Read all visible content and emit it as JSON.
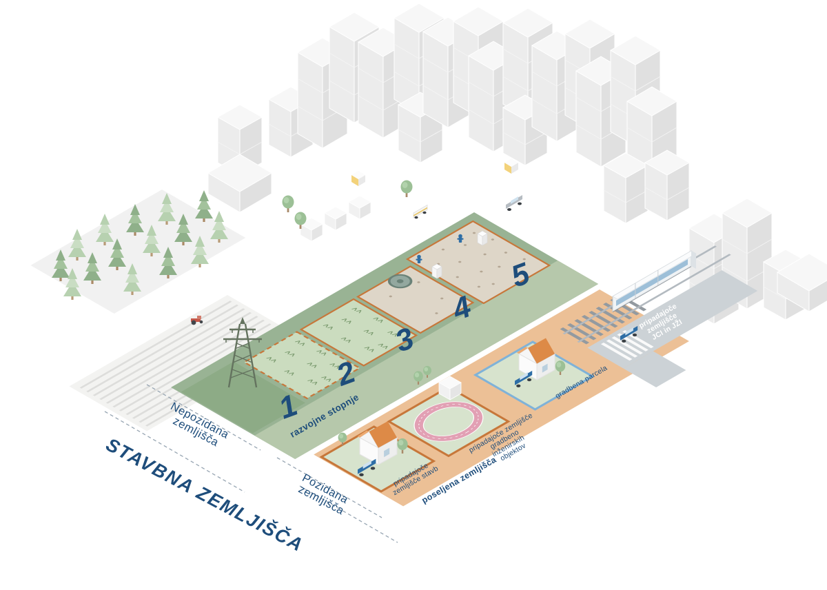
{
  "colors": {
    "navy": "#1e4d7b",
    "orange_border": "#c7773a",
    "orange_area": "#ecc096",
    "green_area": "#9ab394",
    "parcel_green": "#cddcc1",
    "blue_border": "#7fb2d8",
    "track_pink": "#e2a0b4",
    "rail_gray": "#ccd2d6"
  },
  "labels": {
    "title": "STAVBNA ZEMLJIŠČA",
    "nepozidana": {
      "line1": "Nepozidana",
      "line2": "zemljišča"
    },
    "pozidana": {
      "line1": "Pozidana",
      "line2": "zemljišča"
    },
    "razvojne_stopnje": "razvojne stopnje",
    "stage_numbers": [
      "1",
      "2",
      "3",
      "4",
      "5"
    ],
    "poseljena": "poseljena zemljišča",
    "stavb": {
      "line1": "pripadajoče",
      "line2": "zemljišče stavb"
    },
    "gio": {
      "line1": "pripadajoče zemljišče",
      "line2": "gradbeno",
      "line3": "inženirskih",
      "line4": "objektov"
    },
    "gradbena": "gradbena parcela",
    "jzi": {
      "line1": "pripadajoče",
      "line2": "zemljišče",
      "line3": "JCI in JŽI"
    }
  }
}
